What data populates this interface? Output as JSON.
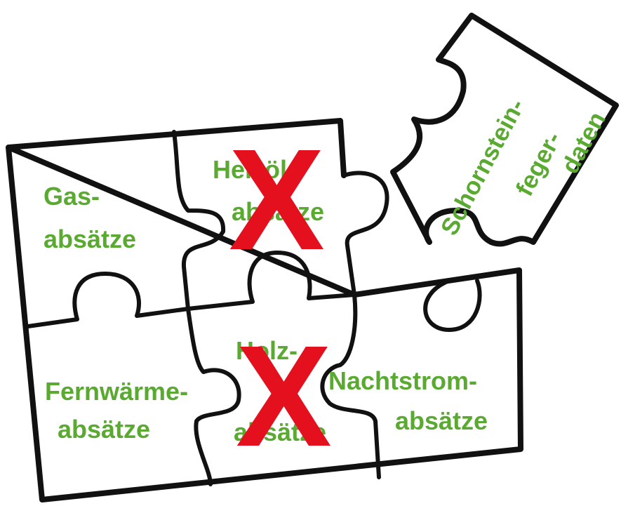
{
  "pieces": {
    "gas": {
      "line1": "Gas-",
      "line2": "absätze"
    },
    "heizoel": {
      "line1": "Heizöl-",
      "line2": "absätze",
      "crossed": true
    },
    "fernwaerme": {
      "line1": "Fernwärme-",
      "line2": "absätze"
    },
    "holz": {
      "line1": "Holz-",
      "line2": "absätze",
      "crossed": true
    },
    "nachtstrom": {
      "line1": "Nachtstrom-",
      "line2": "absätze"
    },
    "schornsteinfeger": {
      "line1": "Schornstein-",
      "line2": "feger-",
      "line3": "daten"
    }
  },
  "cross_mark": "X",
  "colors": {
    "label": "#5aaa32",
    "cross": "#e4101e",
    "outline": "#111111"
  }
}
